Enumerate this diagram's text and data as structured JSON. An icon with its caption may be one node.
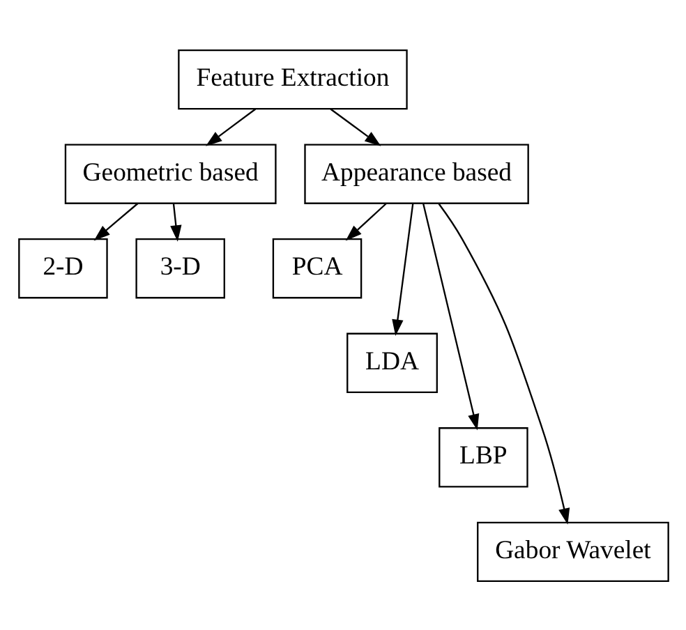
{
  "diagram": {
    "nodes": [
      {
        "text": [
          "Feature Extraction"
        ]
      },
      {
        "text": [
          "Geometric based"
        ]
      },
      {
        "text": [
          "Appearance based"
        ]
      },
      {
        "text": [
          "2-D"
        ]
      },
      {
        "text": [
          "3-D"
        ]
      },
      {
        "text": [
          "PCA"
        ]
      },
      {
        "text": [
          "LDA"
        ]
      },
      {
        "text": [
          "LBP"
        ]
      },
      {
        "text": [
          "Gabor Wavelet"
        ]
      }
    ],
    "edges": [
      {
        "from": 0,
        "to": 1,
        "arrow": "to"
      },
      {
        "from": 0,
        "to": 2,
        "arrow": "to"
      },
      {
        "from": 1,
        "to": 3,
        "arrow": "to"
      },
      {
        "from": 1,
        "to": 4,
        "arrow": "to"
      },
      {
        "from": 2,
        "to": 5,
        "arrow": "to"
      },
      {
        "from": 2,
        "to": 6,
        "arrow": "to"
      },
      {
        "from": 2,
        "to": 7,
        "arrow": "to"
      },
      {
        "from": 2,
        "to": 8,
        "arrow": "to"
      }
    ]
  }
}
